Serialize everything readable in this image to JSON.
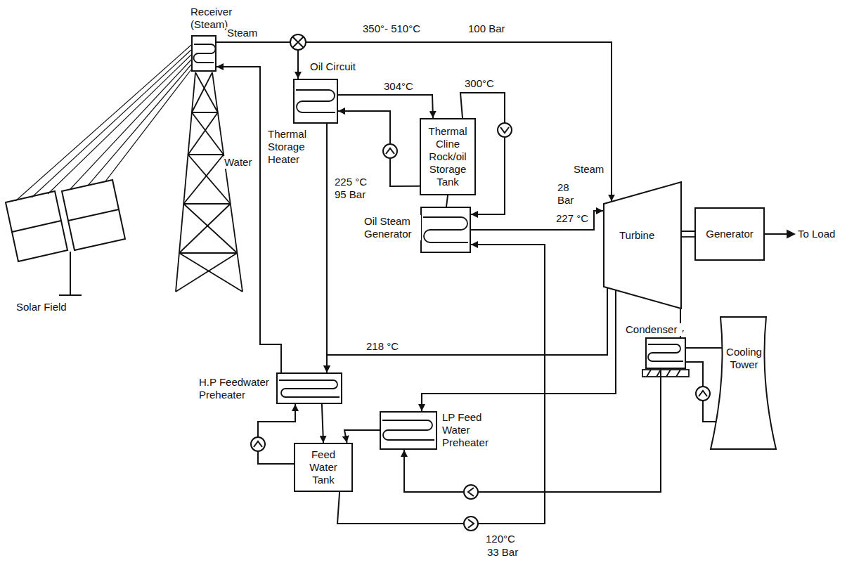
{
  "diagram": {
    "nodes": [
      {
        "text": [
          "Receiver (Steam)"
        ]
      },
      {
        "text": [
          "Thermal Storage Heater"
        ]
      },
      {
        "text": [
          "Thermal Cline Rock/oil Storage Tank"
        ]
      },
      {
        "text": [
          "Oil Steam Generator"
        ]
      },
      {
        "text": [
          "Turbine"
        ]
      },
      {
        "text": [
          "Generator"
        ]
      },
      {
        "text": [
          "H.P Feedwater Preheater"
        ]
      },
      {
        "text": [
          "Feed Water Tank"
        ]
      },
      {
        "text": [
          "LP Feed Water Preheater"
        ]
      },
      {
        "text": [
          "Condenser"
        ]
      },
      {
        "text": [
          "Cooling Tower"
        ]
      }
    ],
    "edges": [
      {
        "from": 0,
        "to": 4,
        "arrow": "to"
      },
      {
        "from": 0,
        "to": 1,
        "arrow": "to"
      },
      {
        "from": 1,
        "to": 2,
        "arrow": "to"
      },
      {
        "from": 2,
        "to": 1,
        "arrow": "to"
      },
      {
        "from": 2,
        "to": 3,
        "arrow": "to"
      },
      {
        "from": 3,
        "to": 2,
        "arrow": "none"
      },
      {
        "from": 3,
        "to": 4,
        "arrow": "to"
      },
      {
        "from": 1,
        "to": 6,
        "arrow": "to"
      },
      {
        "from": 4,
        "to": 6,
        "arrow": "to"
      },
      {
        "from": 6,
        "to": 0,
        "arrow": "to"
      },
      {
        "from": 7,
        "to": 6,
        "arrow": "to"
      },
      {
        "from": 6,
        "to": 7,
        "arrow": "to"
      },
      {
        "from": 7,
        "to": 3,
        "arrow": "to"
      },
      {
        "from": 9,
        "to": 8,
        "arrow": "to"
      },
      {
        "from": 8,
        "to": 7,
        "arrow": "to"
      },
      {
        "from": 4,
        "to": 8,
        "arrow": "to"
      },
      {
        "from": 4,
        "to": 9,
        "arrow": "to"
      },
      {
        "from": 9,
        "to": 10,
        "arrow": "none"
      },
      {
        "from": 10,
        "to": 9,
        "arrow": "none"
      },
      {
        "from": 4,
        "to": 5,
        "arrow": "none"
      }
    ],
    "labels": [
      "Steam",
      "350°- 510°C",
      "100 Bar",
      "Oil Circuit",
      "304°C",
      "300°C",
      "Steam",
      "Water",
      "225 °C",
      "95 Bar",
      "28 Bar",
      "227 °C",
      "218 °C",
      "To Load",
      "Solar Field",
      "120°C",
      "33 Bar"
    ]
  }
}
